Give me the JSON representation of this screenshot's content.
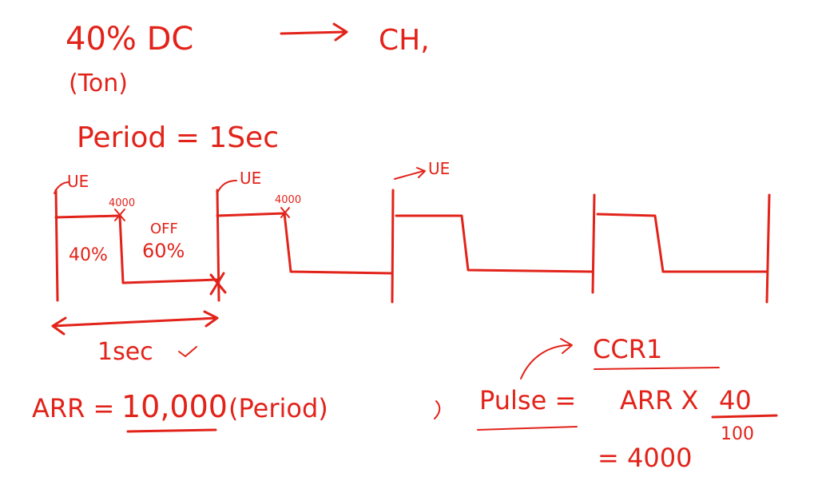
{
  "colors": {
    "ink": "#e2231a",
    "background": "#ffffff"
  },
  "header": {
    "duty_cycle": "40% DC",
    "channel": "CH,",
    "ton": "(Ton)"
  },
  "period_line": "Period = 1Sec",
  "waveform": {
    "update_event_label": "UE",
    "count_label_first": "4000",
    "count_label_second": "4000",
    "on_percent": "40%",
    "off_label": "OFF",
    "off_percent": "60%",
    "duration_label": "1sec"
  },
  "arr_line": {
    "prefix": "ARR =",
    "value": "10,000",
    "suffix": "(Period)"
  },
  "pulse_formula": {
    "register": "CCR1",
    "lhs": "Pulse =",
    "rhs": "ARR X",
    "numerator": "40",
    "denominator": "100",
    "result": "= 4000"
  }
}
